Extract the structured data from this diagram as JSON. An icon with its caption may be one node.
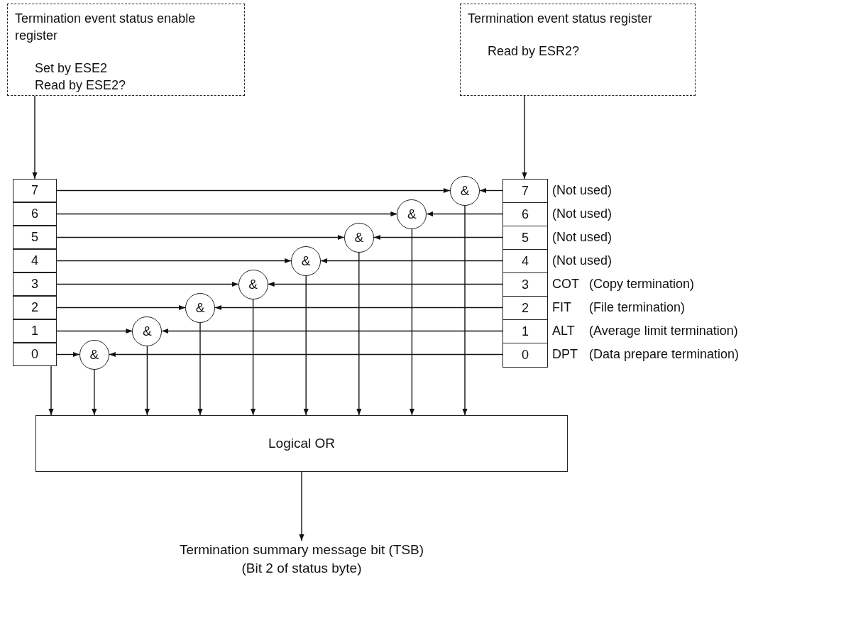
{
  "diagram": {
    "nodes": [
      {
        "text": [
          "Termination event status enable register",
          "Set by ESE2",
          "Read by ESE2?"
        ]
      },
      {
        "text": [
          "Termination event status register",
          "Read by ESR2?"
        ]
      },
      {
        "text": [
          "7"
        ]
      },
      {
        "text": [
          "6"
        ]
      },
      {
        "text": [
          "5"
        ]
      },
      {
        "text": [
          "4"
        ]
      },
      {
        "text": [
          "3"
        ]
      },
      {
        "text": [
          "2"
        ]
      },
      {
        "text": [
          "1"
        ]
      },
      {
        "text": [
          "0"
        ]
      },
      {
        "text": [
          "7"
        ],
        "beside": [
          "(Not used)"
        ]
      },
      {
        "text": [
          "6"
        ],
        "beside": [
          "(Not used)"
        ]
      },
      {
        "text": [
          "5"
        ],
        "beside": [
          "(Not used)"
        ]
      },
      {
        "text": [
          "4"
        ],
        "beside": [
          "(Not used)"
        ]
      },
      {
        "text": [
          "3"
        ],
        "beside": [
          "COT",
          "(Copy termination)"
        ]
      },
      {
        "text": [
          "2"
        ],
        "beside": [
          "FIT",
          "(File termination)"
        ]
      },
      {
        "text": [
          "1"
        ],
        "beside": [
          "ALT",
          "(Average limit termination)"
        ]
      },
      {
        "text": [
          "0"
        ],
        "beside": [
          "DPT",
          "(Data prepare termination)"
        ]
      },
      {
        "text": [
          "&"
        ]
      },
      {
        "text": [
          "&"
        ]
      },
      {
        "text": [
          "&"
        ]
      },
      {
        "text": [
          "&"
        ]
      },
      {
        "text": [
          "&"
        ]
      },
      {
        "text": [
          "&"
        ]
      },
      {
        "text": [
          "&"
        ]
      },
      {
        "text": [
          "&"
        ]
      },
      {
        "text": [
          "Logical OR"
        ]
      },
      {
        "text": [
          "Termination summary message bit (TSB)",
          "(Bit 2 of status byte)"
        ]
      }
    ],
    "edges": [
      {
        "from": 0,
        "to": 2,
        "arrow": "to"
      },
      {
        "from": 1,
        "to": 10,
        "arrow": "to"
      },
      {
        "from": 2,
        "to": 18,
        "arrow": "to"
      },
      {
        "from": 10,
        "to": 18,
        "arrow": "to"
      },
      {
        "from": 3,
        "to": 19,
        "arrow": "to"
      },
      {
        "from": 11,
        "to": 19,
        "arrow": "to"
      },
      {
        "from": 4,
        "to": 20,
        "arrow": "to"
      },
      {
        "from": 12,
        "to": 20,
        "arrow": "to"
      },
      {
        "from": 5,
        "to": 21,
        "arrow": "to"
      },
      {
        "from": 13,
        "to": 21,
        "arrow": "to"
      },
      {
        "from": 6,
        "to": 22,
        "arrow": "to"
      },
      {
        "from": 14,
        "to": 22,
        "arrow": "to"
      },
      {
        "from": 7,
        "to": 23,
        "arrow": "to"
      },
      {
        "from": 15,
        "to": 23,
        "arrow": "to"
      },
      {
        "from": 8,
        "to": 24,
        "arrow": "to"
      },
      {
        "from": 16,
        "to": 24,
        "arrow": "to"
      },
      {
        "from": 9,
        "to": 25,
        "arrow": "to"
      },
      {
        "from": 17,
        "to": 25,
        "arrow": "to"
      },
      {
        "from": 9,
        "to": 26,
        "arrow": "to"
      },
      {
        "from": 25,
        "to": 26,
        "arrow": "to"
      },
      {
        "from": 24,
        "to": 26,
        "arrow": "to"
      },
      {
        "from": 23,
        "to": 26,
        "arrow": "to"
      },
      {
        "from": 22,
        "to": 26,
        "arrow": "to"
      },
      {
        "from": 21,
        "to": 26,
        "arrow": "to"
      },
      {
        "from": 20,
        "to": 26,
        "arrow": "to"
      },
      {
        "from": 19,
        "to": 26,
        "arrow": "to"
      },
      {
        "from": 18,
        "to": 26,
        "arrow": "to"
      },
      {
        "from": 26,
        "to": 27,
        "arrow": "to"
      }
    ]
  }
}
